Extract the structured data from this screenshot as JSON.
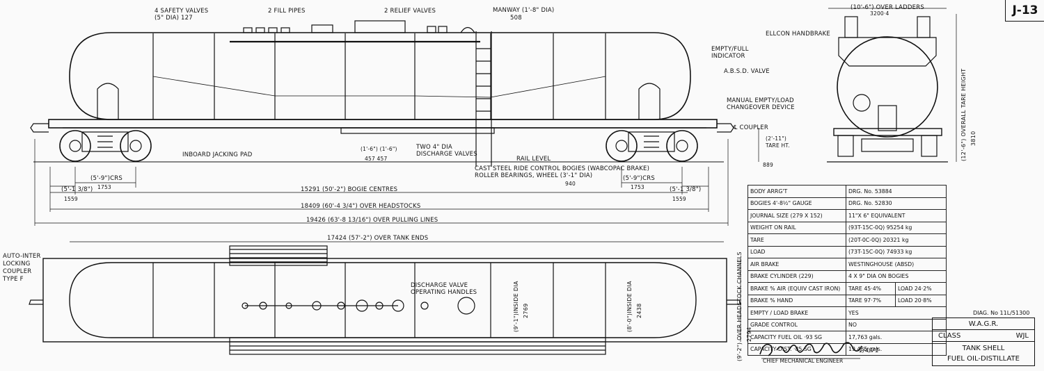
{
  "sheet_id": "J-13",
  "side_view": {
    "callouts": {
      "safety_valves": "4 SAFETY VALVES",
      "safety_valves_size": "(5\" DIA) 127",
      "fill_pipes": "2 FILL PIPES",
      "relief_valves": "2 RELIEF VALVES",
      "manway": "MANWAY (1'-8\" DIA)",
      "manway_mm": "508",
      "empty_full": "EMPTY/FULL\nINDICATOR",
      "absd_valve": "A.B.S.D. VALVE",
      "manual_changeover": "MANUAL EMPTY/LOAD\nCHANGEOVER DEVICE",
      "coupler": "℄ COUPLER",
      "inboard_jacking_pad": "INBOARD JACKING PAD",
      "discharge_valves": "TWO 4\" DIA\nDISCHARGE VALVES",
      "rail_level": "RAIL LEVEL",
      "bogies_note": "CAST STEEL RIDE CONTROL BOGIES (WABCOPAC BRAKE)\nROLLER BEARINGS, WHEEL (3'-1\" DIA)",
      "wheel_mm": "940",
      "tare_height": "(2'-11\")\nTARE HT.",
      "tare_height_mm": "889",
      "valve_spacing_ft": "(1'-6\") (1'-6\")",
      "valve_spacing_mm": "457  457"
    },
    "dimensions": {
      "bogie_crs_left": "(5'-9\")CRS",
      "bogie_crs_right": "(5'-9\")CRS",
      "bogie_crs_mm": "1753",
      "end_ft_left": "(5'-1 3/8\")",
      "end_ft_right": "(5'-1 3/8\")",
      "end_mm": "1559",
      "bogie_centres": "15291 (50'-2\") BOGIE CENTRES",
      "over_headstocks": "18409 (60'-4 3/4\") OVER HEADSTOCKS",
      "over_pulling_lines": "19426 (63'-8 13/16\") OVER PULLING LINES"
    }
  },
  "end_view": {
    "over_ladders": "(10'-6\") OVER LADDERS",
    "over_ladders_mm": "3200·4",
    "ellcon": "ELLCON HANDBRAKE",
    "overall_height": "(12'-6\") OVERALL TARE HEIGHT",
    "overall_height_mm": "3810"
  },
  "plan_view": {
    "over_tank_ends": "17424 (57'-2\") OVER TANK ENDS",
    "coupler_note": "AUTO-INTER\nLOCKING\nCOUPLER\nTYPE F",
    "discharge_handles": "DISCHARGE VALVE\nOPERATING HANDLES",
    "inside_dia_1": "(9'-1\")INSIDE DIA",
    "inside_dia_1_mm": "2769",
    "inside_dia_2": "(8'-0\")INSIDE DIA",
    "inside_dia_2_mm": "2438",
    "over_headstock_channels": "(9'-2\") OVER HEADSTOCK CHANNELS",
    "over_headstock_channels_mm": "2794"
  },
  "spec_table": [
    {
      "k": "BODY ARRG'T",
      "v": "DRG. No. 53884"
    },
    {
      "k": "BOGIES 4'-8½\" GAUGE",
      "v": "DRG. No. 52830"
    },
    {
      "k": "JOURNAL SIZE (279 X 152)",
      "v": "11\"X 6\" EQUIVALENT"
    },
    {
      "k": "WEIGHT ON RAIL",
      "v": "(93T-15C-0Q) 95254 kg"
    },
    {
      "k": "TARE",
      "v": "(20T-0C-0Q) 20321 kg"
    },
    {
      "k": "LOAD",
      "v": "(73T-15C-0Q) 74933 kg"
    },
    {
      "k": "AIR BRAKE",
      "v": "WESTINGHOUSE (ABSD)"
    },
    {
      "k": "BRAKE CYLINDER (229)",
      "v": "4 X 9\" DIA ON BOGIES"
    },
    {
      "k": "BRAKE % AIR (EQUIV CAST IRON)",
      "v": "TARE 45·4%",
      "v2": "LOAD 24·2%"
    },
    {
      "k": "BRAKE % HAND",
      "v": "TARE 97·7%",
      "v2": "LOAD 20·8%"
    },
    {
      "k": "EMPTY / LOAD BRAKE",
      "v": "YES"
    },
    {
      "k": "GRADE CONTROL",
      "v": "NO"
    },
    {
      "k": "CAPACITY FUEL OIL  ·93 SG",
      "v": "17,763 gals."
    },
    {
      "k": "CAPACITY DIST.  ·85 SG",
      "v": "19,435 gals."
    }
  ],
  "title_block": {
    "diag": "DIAG. No 11L/51300",
    "railway": "W.A.G.R.",
    "class_label": "CLASS",
    "class_value": "WJL",
    "line1": "TANK SHELL",
    "line2": "FUEL OIL-DISTILLATE"
  },
  "signature": {
    "name": "D. McCaskill",
    "title": "CHIEF MECHANICAL ENGINEER",
    "date": "1/4/71"
  }
}
